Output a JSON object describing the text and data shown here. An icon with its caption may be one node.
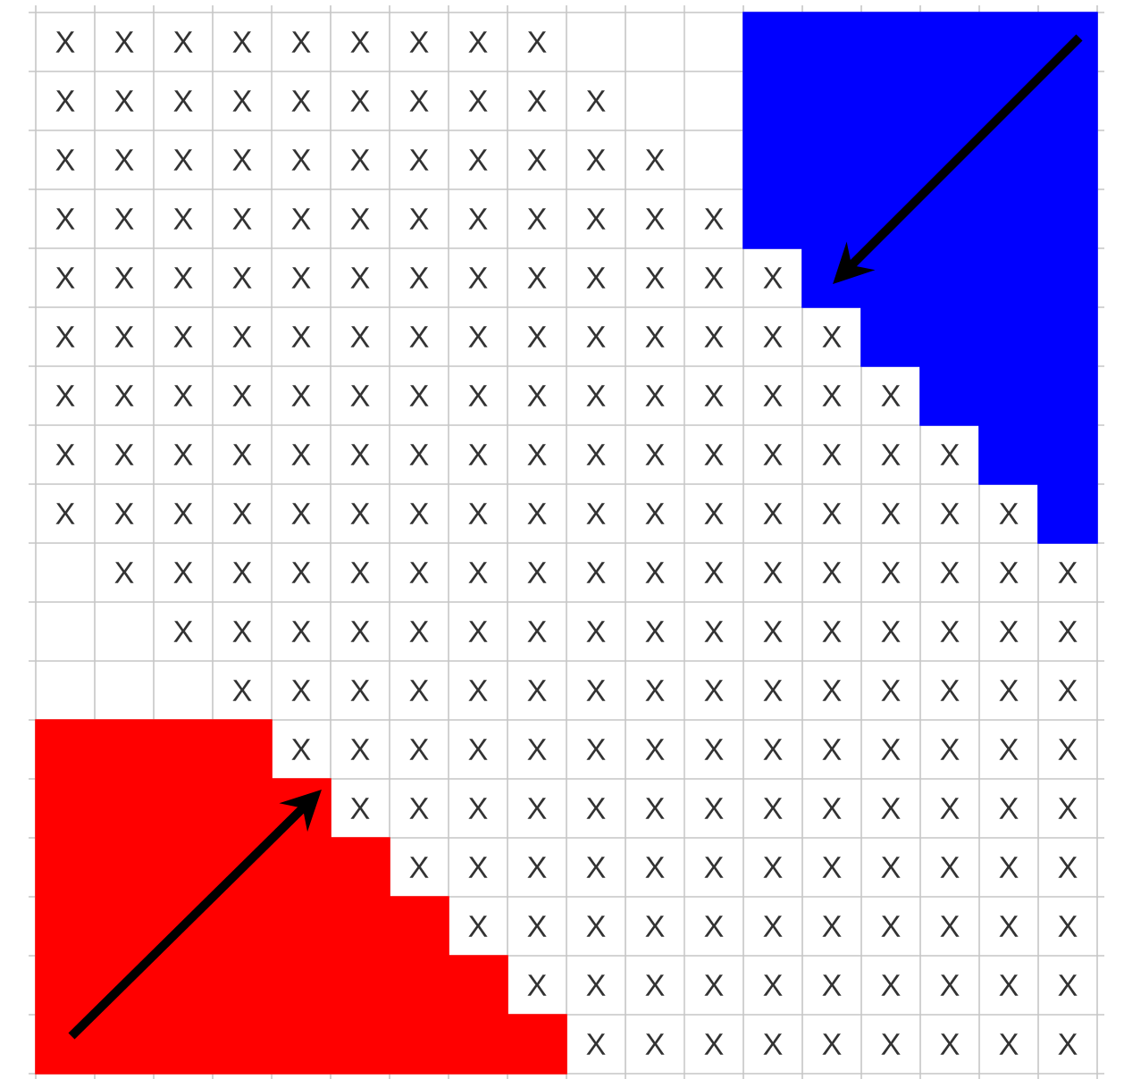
{
  "diagram": {
    "labels": [
      "X",
      "X",
      "X",
      "X",
      "X",
      "X",
      "X",
      "X",
      "X",
      "X",
      "X",
      "X",
      "X",
      "X",
      "X",
      "X",
      "X",
      "X",
      "X",
      "X",
      "X",
      "X",
      "X",
      "X",
      "X",
      "X",
      "X",
      "X",
      "X",
      "X",
      "X",
      "X",
      "X",
      "X",
      "X",
      "X",
      "X",
      "X",
      "X",
      "X",
      "X",
      "X",
      "X",
      "X",
      "X",
      "X",
      "X",
      "X",
      "X",
      "X",
      "X",
      "X",
      "X",
      "X",
      "X",
      "X",
      "X",
      "X",
      "X",
      "X",
      "X",
      "X",
      "X",
      "X",
      "X",
      "X",
      "X",
      "X",
      "X",
      "X",
      "X",
      "X",
      "X",
      "X",
      "X",
      "X",
      "X",
      "X",
      "X",
      "X",
      "X",
      "X",
      "X",
      "X",
      "X",
      "X",
      "X",
      "X",
      "X",
      "X",
      "X",
      "X",
      "X",
      "X",
      "X",
      "X",
      "X",
      "X",
      "X",
      "X",
      "X",
      "X",
      "X",
      "X",
      "X",
      "X",
      "X",
      "X",
      "X",
      "X",
      "X",
      "X",
      "X",
      "X",
      "X",
      "X",
      "X",
      "X",
      "X",
      "X",
      "X",
      "X",
      "X",
      "X",
      "X",
      "X",
      "X",
      "X",
      "X",
      "X",
      "X",
      "X",
      "X",
      "X",
      "X",
      "X",
      "X",
      "X",
      "X",
      "X",
      "X",
      "X",
      "X",
      "X",
      "X",
      "X",
      "X",
      "X",
      "X",
      "X",
      "X",
      "X",
      "X",
      "X",
      "X",
      "X",
      "X",
      "X",
      "X",
      "X",
      "X",
      "X",
      "X",
      "X",
      "X",
      "X",
      "X",
      "X",
      "X",
      "X",
      "X",
      "X",
      "X",
      "X",
      "X",
      "X",
      "X",
      "X",
      "X",
      "X",
      "X",
      "X",
      "X",
      "X",
      "X",
      "X",
      "X",
      "X",
      "X",
      "X",
      "X",
      "X",
      "X",
      "X",
      "X",
      "X",
      "X",
      "X",
      "X",
      "X",
      "X",
      "X",
      "X",
      "X",
      "X",
      "X",
      "X",
      "X",
      "X",
      "X",
      "X",
      "X",
      "X",
      "X",
      "X",
      "X",
      "X",
      "X",
      "X",
      "X",
      "X",
      "X",
      "X",
      "X",
      "X",
      "X",
      "X",
      "X",
      "X",
      "X",
      "X",
      "X",
      "X",
      "X"
    ]
  }
}
